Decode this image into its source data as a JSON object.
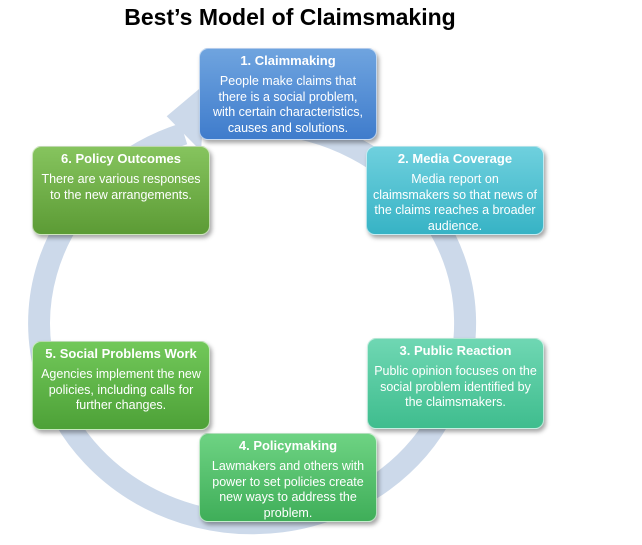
{
  "title": "Best’s Model of Claimsmaking",
  "colors": {
    "ring": "#ccd9ea",
    "step_1": "#4f8ad6",
    "step_2": "#4cc0d1",
    "step_3": "#52c99e",
    "step_4": "#4fbf6a",
    "step_5": "#5cb045",
    "step_6": "#6ead46"
  },
  "steps": [
    {
      "heading": "1. Claimmaking",
      "text": "People make claims that there is a social problem, with certain characteristics, causes and solutions."
    },
    {
      "heading": "2. Media Coverage",
      "text": "Media report on claimsmakers so that news of the claims reaches a broader audience."
    },
    {
      "heading": "3. Public Reaction",
      "text": "Public opinion focuses on the social problem identified by the claimsmakers."
    },
    {
      "heading": "4. Policymaking",
      "text": "Lawmakers and others with power to set policies create new ways to address the problem."
    },
    {
      "heading": "5. Social Problems Work",
      "text": "Agencies implement the new policies, including calls for further changes."
    },
    {
      "heading": "6. Policy Outcomes",
      "text": "There are various responses to the new arrangements."
    }
  ]
}
